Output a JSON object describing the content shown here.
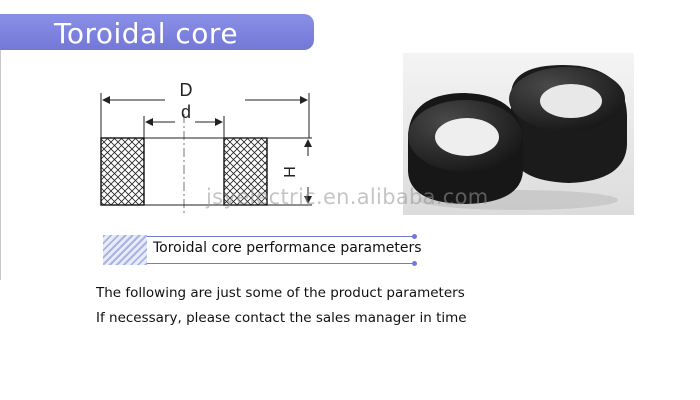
{
  "header": {
    "title": "Toroidal core"
  },
  "diagram": {
    "outer_label": "D",
    "inner_label": "d",
    "height_label": "H"
  },
  "watermark": "jsyelectric.en.alibaba.com",
  "section": {
    "title": "Toroidal core performance parameters"
  },
  "body": {
    "line1": "The following are just some of the product parameters",
    "line2": "If necessary, please contact the sales manager in time"
  },
  "colors": {
    "banner": "#7a7fdc",
    "accent": "#7378d8",
    "core": "#1b1b1b"
  }
}
